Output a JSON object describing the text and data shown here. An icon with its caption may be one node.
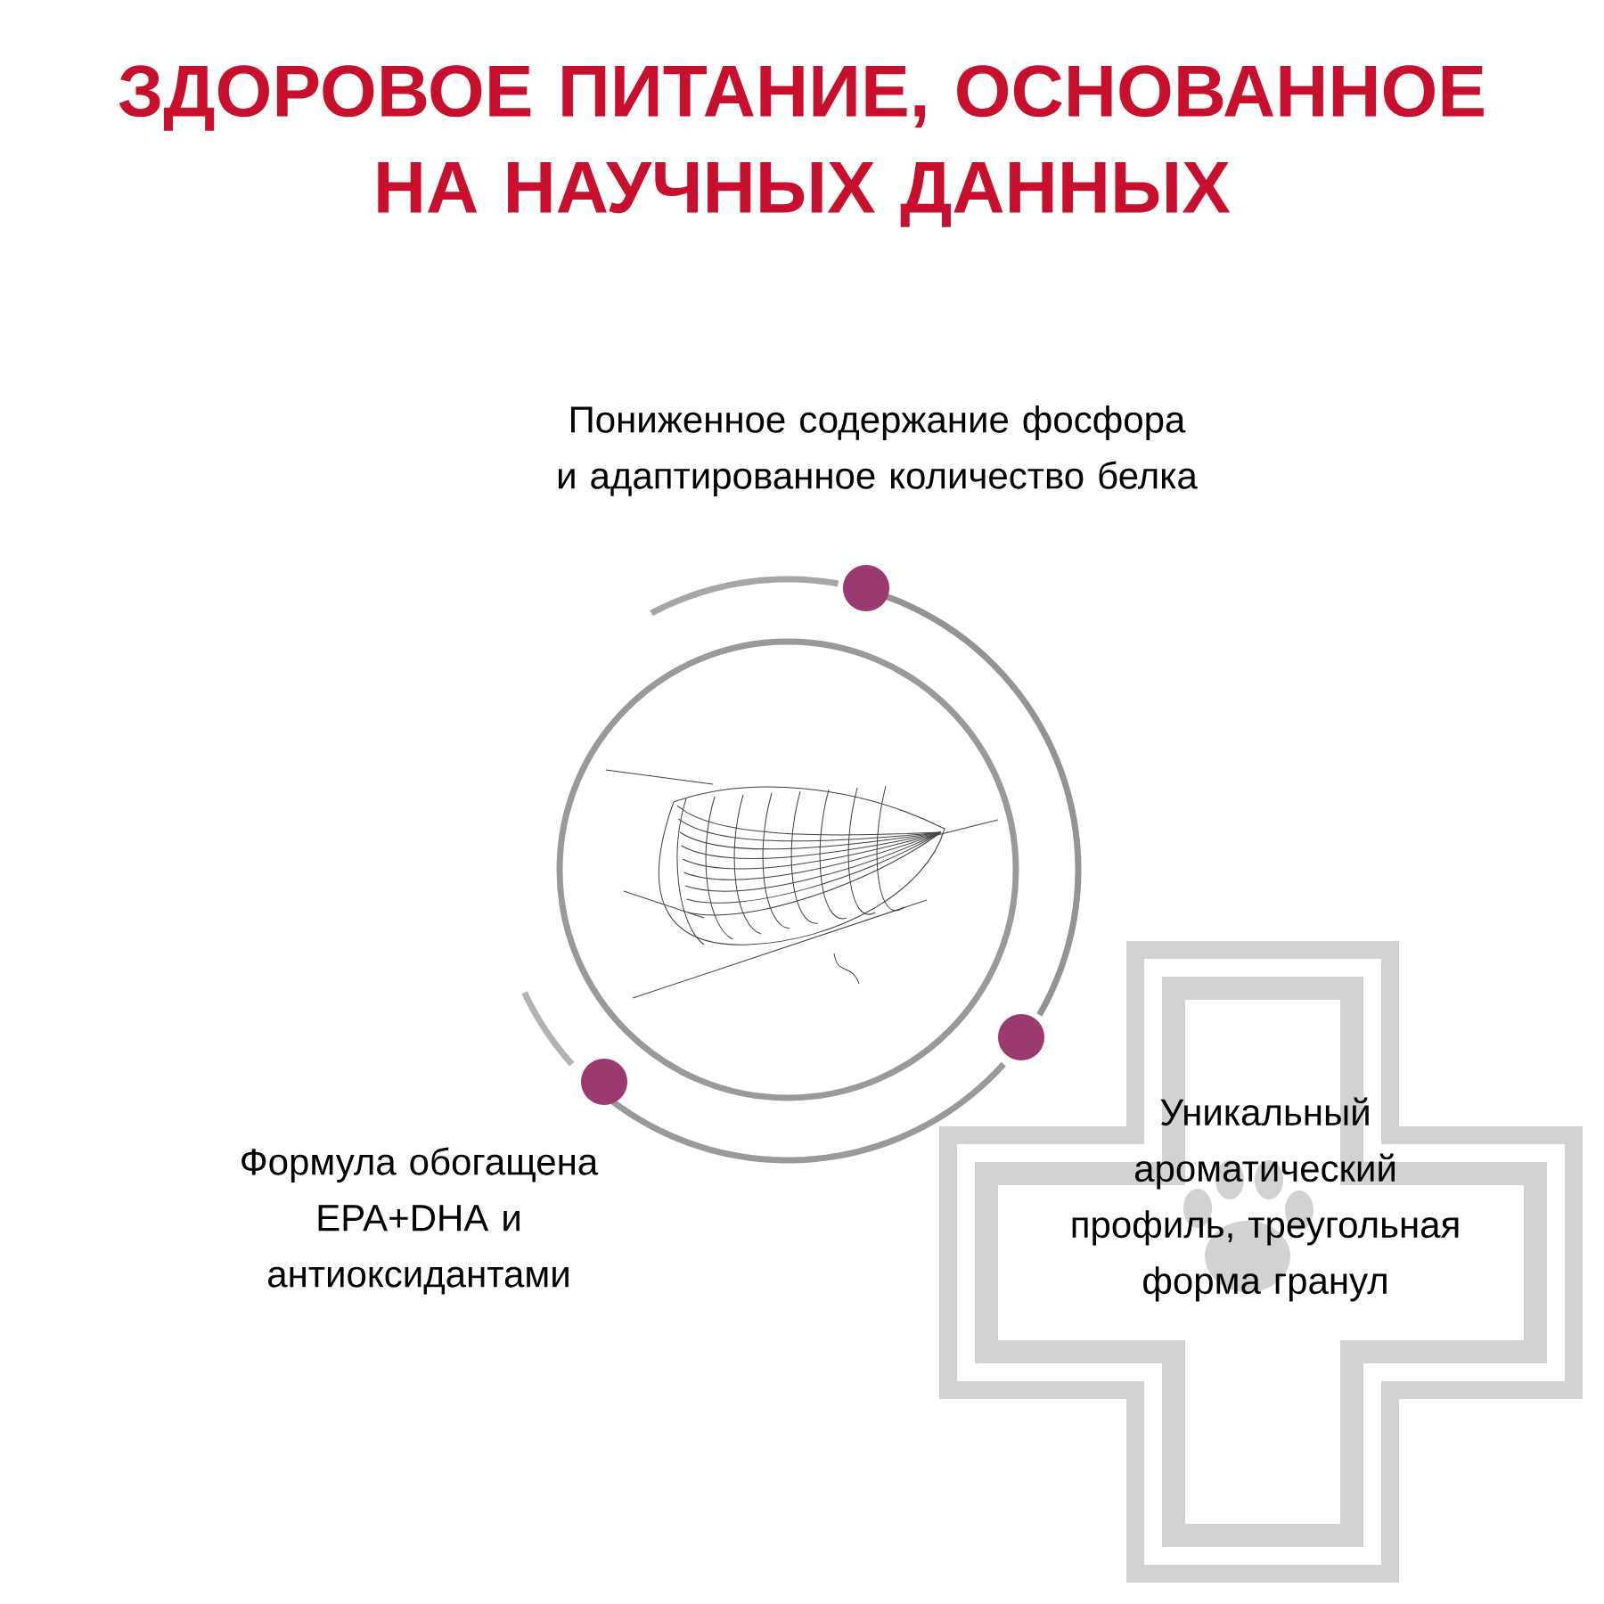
{
  "diagram": {
    "title": "ЗДОРОВОЕ ПИТАНИЕ, ОСНОВАННОЕ НА НАУЧНЫХ ДАННЫХ",
    "labels": [
      "Пониженное содержание фосфора и адаптированное количество белка",
      "Уникальный ароматический профиль, треугольная форма гранул",
      "Формула обогащена EPA+DHA и антиоксидантами"
    ]
  }
}
